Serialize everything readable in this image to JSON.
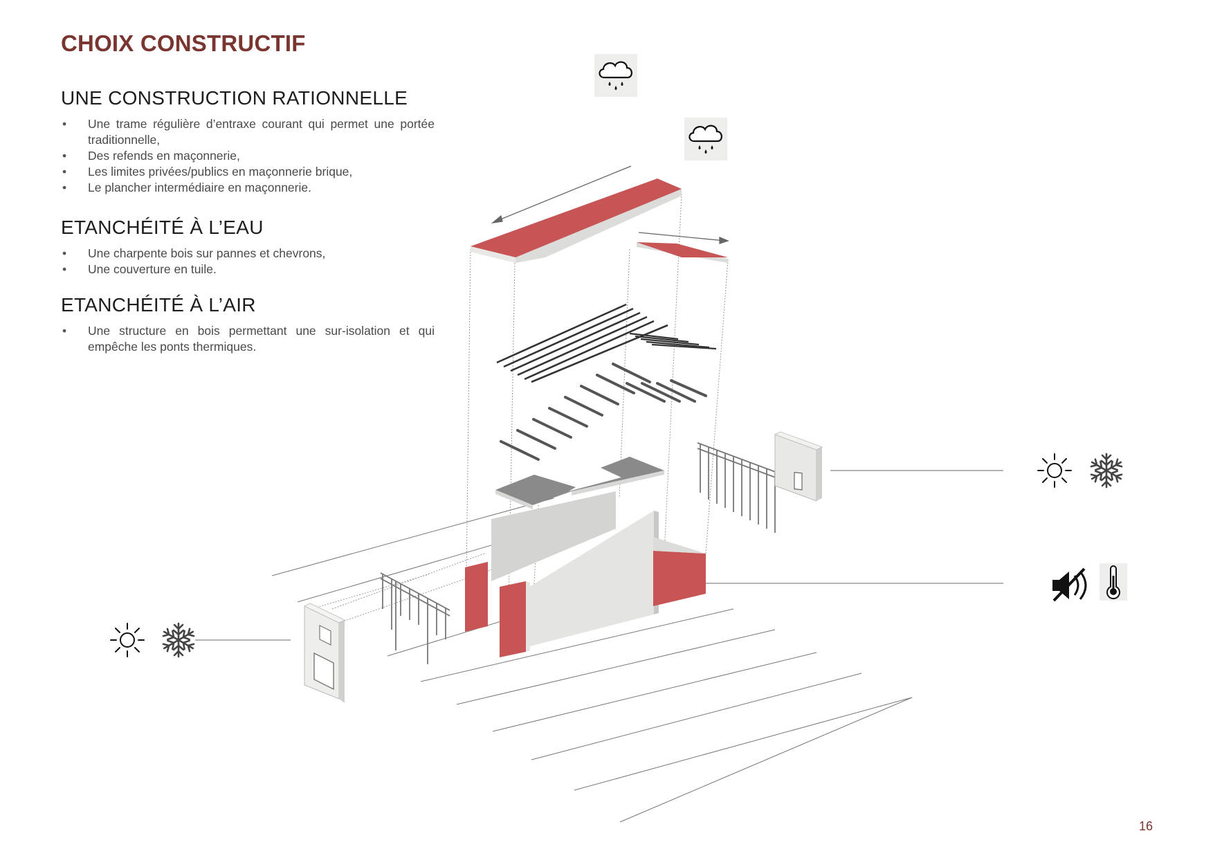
{
  "title": "CHOIX CONSTRUCTIF",
  "sections": [
    {
      "heading": "UNE CONSTRUCTION RATIONNELLE",
      "items": [
        "Une trame régulière d’entraxe courant qui permet une portée traditionnelle,",
        "Des refends en maçonnerie,",
        "Les limites privées/publics en maçonnerie brique,",
        "Le plancher intermédiaire en maçonnerie."
      ]
    },
    {
      "heading": "ETANCHÉITÉ À L’EAU",
      "items": [
        "Une charpente bois sur pannes et chevrons,",
        "Une couverture en tuile."
      ]
    },
    {
      "heading": "ETANCHÉITÉ À L’AIR",
      "items": [
        "Une structure en bois permettant une sur-isolation et qui empêche les ponts thermiques."
      ]
    }
  ],
  "page_number": "16",
  "icons": {
    "rain_top": "rain-cloud-icon",
    "rain_second": "rain-cloud-icon",
    "sun_left": "sun-icon",
    "snow_left": "snowflake-icon",
    "sun_right": "sun-icon",
    "snow_right": "snowflake-icon",
    "sound": "sound-insulation-icon",
    "thermo": "thermometer-icon"
  },
  "colors": {
    "title": "#7a3530",
    "roof_red": "#c85555",
    "concrete_grey": "#8a8a8a",
    "wall_light": "#e4e4e2"
  }
}
